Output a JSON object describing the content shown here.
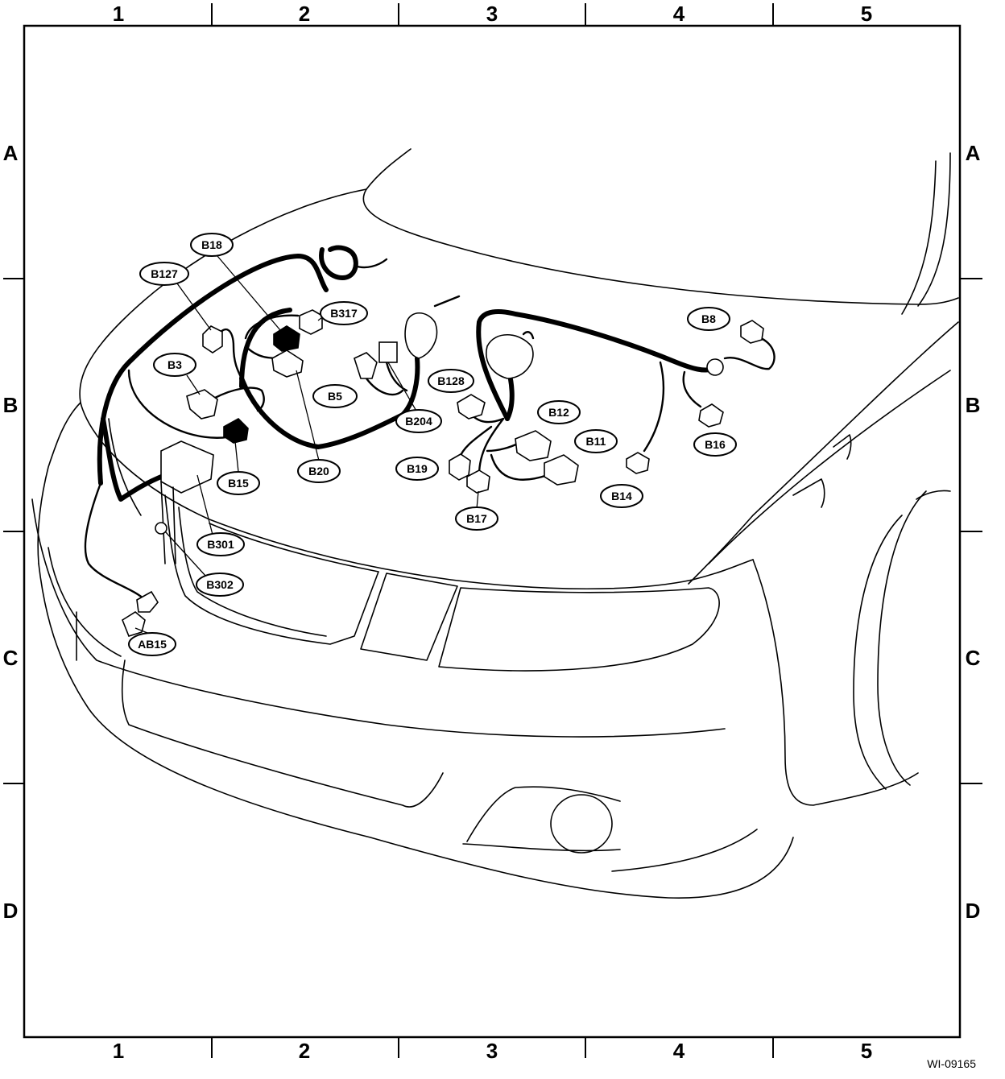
{
  "grid": {
    "columns": [
      "1",
      "2",
      "3",
      "4",
      "5"
    ],
    "rows": [
      "A",
      "B",
      "C",
      "D"
    ]
  },
  "connectors": {
    "B18": "B18",
    "B127": "B127",
    "B317": "B317",
    "B3": "B3",
    "B5": "B5",
    "B128": "B128",
    "B204": "B204",
    "B20": "B20",
    "B15": "B15",
    "B8": "B8",
    "B12": "B12",
    "B11": "B11",
    "B16": "B16",
    "B19": "B19",
    "B17": "B17",
    "B14": "B14",
    "B301": "B301",
    "B302": "B302",
    "AB15": "AB15"
  },
  "figure_code": "WI-09165"
}
